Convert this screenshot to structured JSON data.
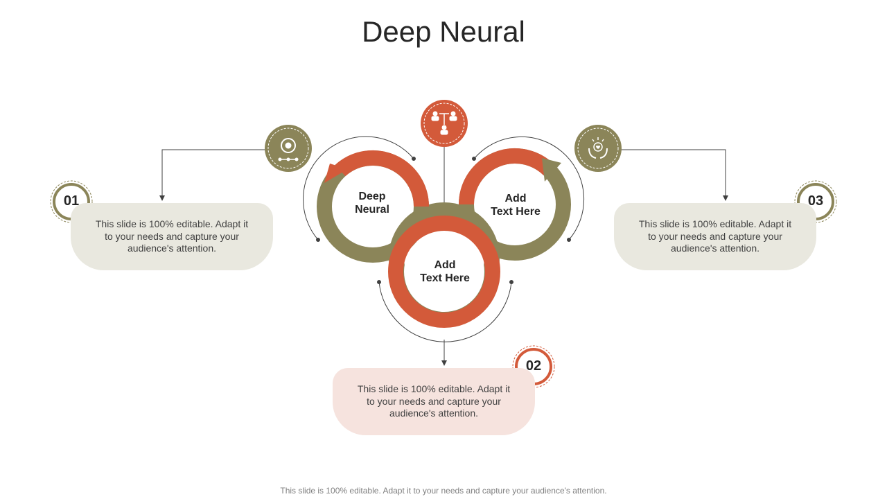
{
  "title": "Deep Neural",
  "footer": "This slide is 100% editable. Adapt it to your needs and capture your audience's attention.",
  "colors": {
    "olive": "#8b8559",
    "orange": "#d35a3a",
    "light_olive": "#e9e8df",
    "light_orange": "#f6e3de"
  },
  "circles": [
    {
      "label_line1": "Deep",
      "label_line2": "Neural"
    },
    {
      "label_line1": "Add",
      "label_line2": "Text Here"
    },
    {
      "label_line1": "Add",
      "label_line2": "Text Here"
    }
  ],
  "steps": [
    {
      "number": "01",
      "text": "This slide is 100% editable.  Adapt it to your needs and capture your audience's attention.",
      "icon": "gear-lightbulb-icon"
    },
    {
      "number": "02",
      "text": "This slide is 100% editable.  Adapt it to your needs and capture your audience's attention.",
      "icon": "team-hierarchy-icon"
    },
    {
      "number": "03",
      "text": "This slide is 100% editable.  Adapt it to your needs and capture your audience's attention.",
      "icon": "hands-heart-icon"
    }
  ]
}
